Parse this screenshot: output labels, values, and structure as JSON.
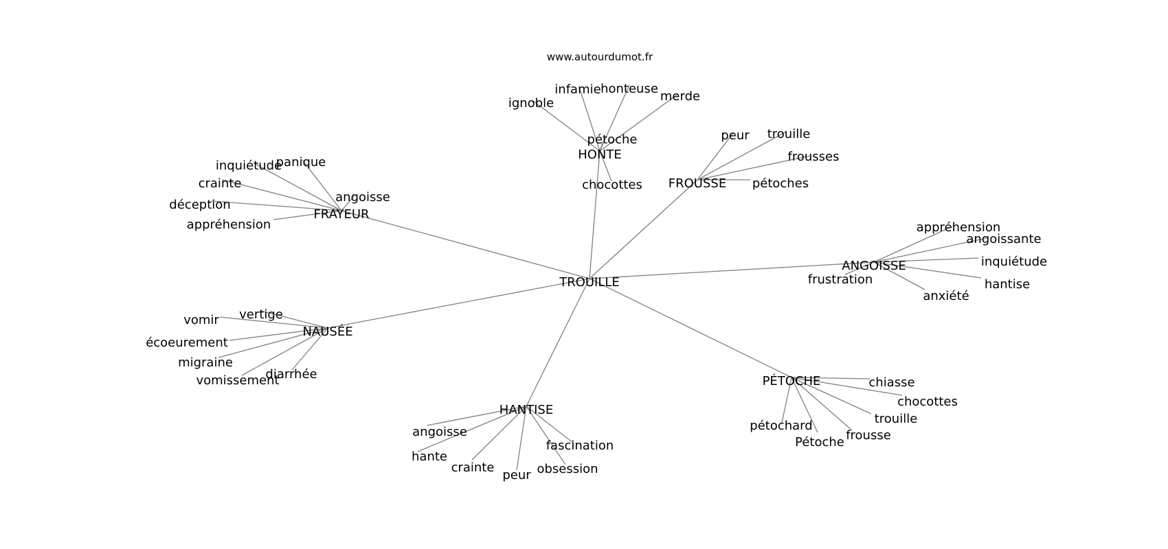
{
  "source_label": "www.autourdumot.fr",
  "colors": {
    "edge": "#808080",
    "text": "#000000",
    "background": "#ffffff"
  },
  "graph": {
    "center": "TROUILLE",
    "groups": [
      {
        "hub": "HONTE",
        "leaves": [
          "ignoble",
          "infamie",
          "honteuse",
          "merde",
          "pétoche",
          "chocottes"
        ]
      },
      {
        "hub": "FROUSSE",
        "leaves": [
          "peur",
          "trouille",
          "frousses",
          "pétoches"
        ]
      },
      {
        "hub": "FRAYEUR",
        "leaves": [
          "inquiétude",
          "panique",
          "crainte",
          "angoisse",
          "déception",
          "appréhension"
        ]
      },
      {
        "hub": "ANGOISSE",
        "leaves": [
          "appréhension",
          "angoissante",
          "inquiétude",
          "hantise",
          "anxiété",
          "frustration"
        ]
      },
      {
        "hub": "NAUSÉE",
        "leaves": [
          "vomir",
          "vertige",
          "écoeurement",
          "migraine",
          "vomissement",
          "diarrhée"
        ]
      },
      {
        "hub": "HANTISE",
        "leaves": [
          "angoisse",
          "hante",
          "crainte",
          "peur",
          "obsession",
          "fascination"
        ]
      },
      {
        "hub": "PÉTOCHE",
        "leaves": [
          "chiasse",
          "chocottes",
          "trouille",
          "frousse",
          "Pétoche",
          "pétochard"
        ]
      }
    ]
  }
}
